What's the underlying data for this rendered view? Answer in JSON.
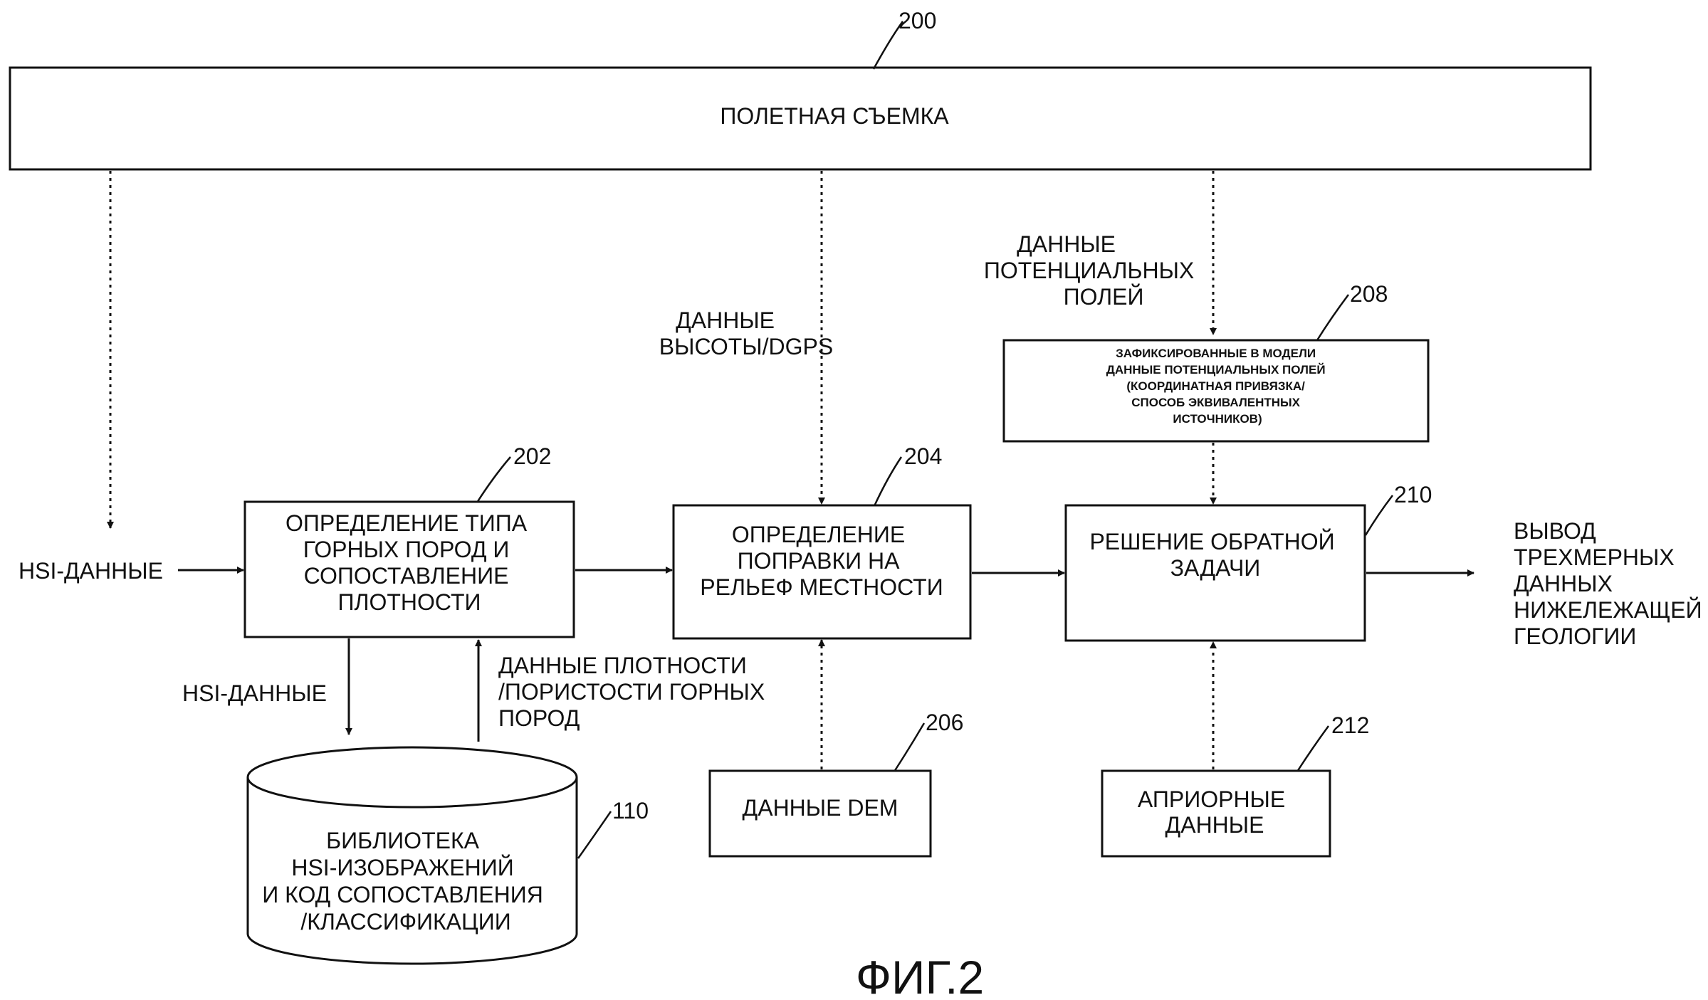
{
  "survey_box": {
    "label": "ПОЛЕТНАЯ СЪЕМКА",
    "ref": "200"
  },
  "hsi_input": {
    "label": "HSI-ДАННЫЕ"
  },
  "rock_type_box": {
    "lines": [
      "ОПРЕДЕЛЕНИЕ ТИПА",
      "ГОРНЫХ ПОРОД И",
      "СОПОСТАВЛЕНИЕ",
      "ПЛОТНОСТИ"
    ],
    "ref": "202"
  },
  "terrain_box": {
    "lines": [
      "ОПРЕДЕЛЕНИЕ",
      "ПОПРАВКИ НА",
      "РЕЛЬЕФ МЕСТНОСТИ"
    ],
    "ref": "204"
  },
  "inverse_box": {
    "lines": [
      "РЕШЕНИЕ ОБРАТНОЙ",
      "ЗАДАЧИ"
    ],
    "ref": "210"
  },
  "fixed_fields_box": {
    "lines": [
      "ЗАФИКСИРОВАННЫЕ В МОДЕЛИ",
      "ДАННЫЕ ПОТЕНЦИАЛЬНЫХ ПОЛЕЙ",
      "(КООРДИНАТНАЯ ПРИВЯЗКА/",
      "СПОСОБ ЭКВИВАЛЕНТНЫХ",
      "ИСТОЧНИКОВ)"
    ],
    "ref": "208"
  },
  "dem_box": {
    "label": "ДАННЫЕ DEM",
    "ref": "206"
  },
  "prior_box": {
    "lines": [
      "АПРИОРНЫЕ",
      "ДАННЫЕ"
    ],
    "ref": "212"
  },
  "library": {
    "lines": [
      "БИБЛИОТЕКА",
      "HSI-ИЗОБРАЖЕНИЙ",
      "И КОД СОПОСТАВЛЕНИЯ",
      "/КЛАССИФИКАЦИИ"
    ],
    "ref": "110"
  },
  "edge_labels": {
    "altitude": [
      "ДАННЫЕ",
      "ВЫСОТЫ/DGPS"
    ],
    "potential_fields": [
      "ДАННЫЕ",
      "ПОТЕНЦИАЛЬНЫХ",
      "ПОЛЕЙ"
    ],
    "hsi_to_library": "HSI-ДАННЫЕ",
    "density": [
      "ДАННЫЕ ПЛОТНОСТИ",
      "/ПОРИСТОСТИ ГОРНЫХ",
      "ПОРОД"
    ]
  },
  "output": {
    "lines": [
      "ВЫВОД",
      "ТРЕХМЕРНЫХ",
      "ДАННЫХ",
      "НИЖЕЛЕЖАЩЕЙ",
      "ГЕОЛОГИИ"
    ]
  },
  "figure_label": "ФИГ.2"
}
